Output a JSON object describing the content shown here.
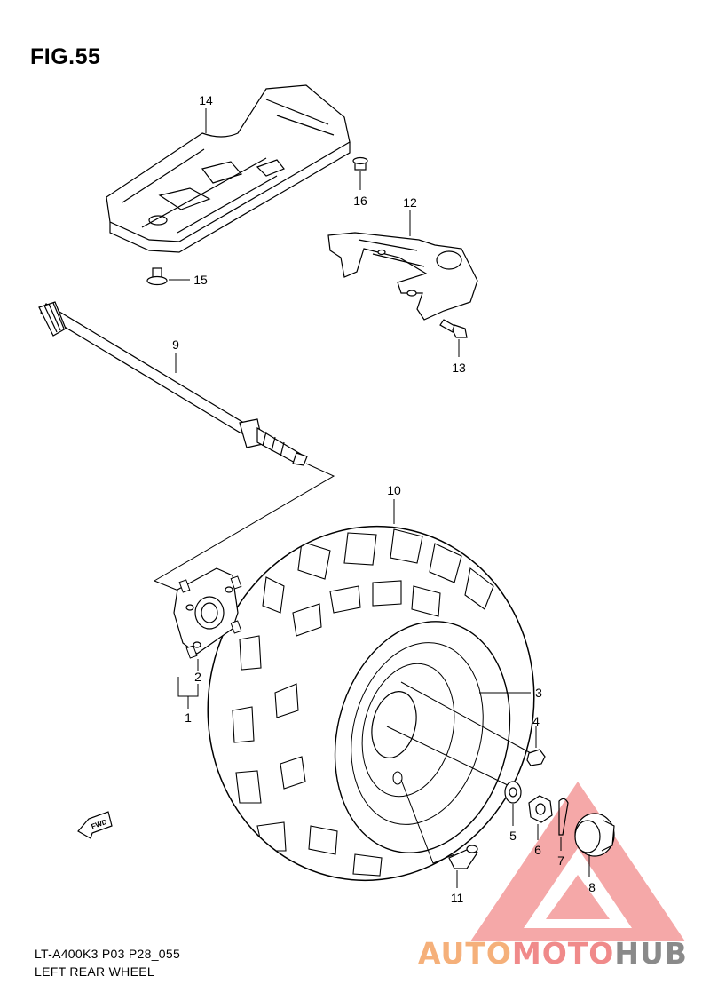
{
  "figure": {
    "title": "FIG.55",
    "model_code": "LT-A400K3 P03 P28_055",
    "name": "LEFT REAR WHEEL",
    "fwd_label": "FWD"
  },
  "callouts": [
    {
      "id": "c1",
      "label": "1",
      "part": "hub"
    },
    {
      "id": "c2",
      "label": "2",
      "part": "stud"
    },
    {
      "id": "c3",
      "label": "3",
      "part": "wheel-rim"
    },
    {
      "id": "c4",
      "label": "4",
      "part": "wheel-nut"
    },
    {
      "id": "c5",
      "label": "5",
      "part": "washer"
    },
    {
      "id": "c6",
      "label": "6",
      "part": "castle-nut"
    },
    {
      "id": "c7",
      "label": "7",
      "part": "cotter-pin"
    },
    {
      "id": "c8",
      "label": "8",
      "part": "hub-cap"
    },
    {
      "id": "c9",
      "label": "9",
      "part": "drive-shaft"
    },
    {
      "id": "c10",
      "label": "10",
      "part": "tire"
    },
    {
      "id": "c11",
      "label": "11",
      "part": "valve"
    },
    {
      "id": "c12",
      "label": "12",
      "part": "bracket"
    },
    {
      "id": "c13",
      "label": "13",
      "part": "bolt"
    },
    {
      "id": "c14",
      "label": "14",
      "part": "skid-plate"
    },
    {
      "id": "c15",
      "label": "15",
      "part": "bolt"
    },
    {
      "id": "c16",
      "label": "16",
      "part": "bolt"
    }
  ],
  "watermark": {
    "part1": "AUTO",
    "part2": "MOTO",
    "part3": "HUB",
    "color_orange": "#f5b07a",
    "color_red": "#f08a8a",
    "color_grey": "#8a8a8a"
  }
}
